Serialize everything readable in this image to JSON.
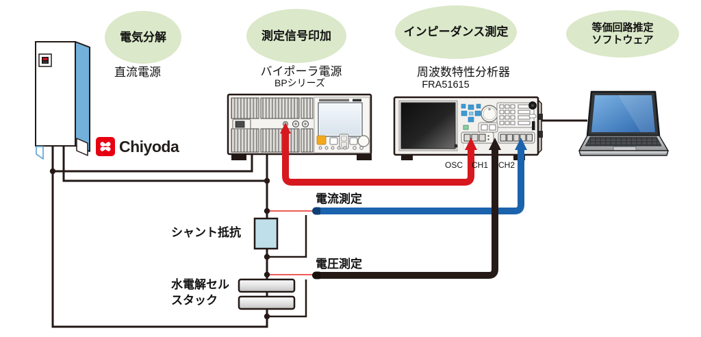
{
  "stages": [
    {
      "label": "電気分解"
    },
    {
      "label": "測定信号印加"
    },
    {
      "label": "インピーダンス測定"
    },
    {
      "label": "等価回路推定",
      "label_line2": "ソフトウェア"
    }
  ],
  "devices": {
    "dc_supply_label": "直流電源",
    "bipolar_label": "バイポーラ電源",
    "bipolar_series": "BPシリーズ",
    "fra_label": "周波数特性分析器",
    "fra_model": "FRA51615"
  },
  "ports": {
    "osc": "OSC",
    "ch1": "CH1",
    "ch2": "CH2"
  },
  "annotations": {
    "current": "電流測定",
    "voltage": "電圧測定",
    "shunt": "シャント抵抗",
    "cell_line1": "水電解セル",
    "cell_line2": "スタック"
  },
  "brand": {
    "name": "Chiyoda"
  },
  "colors": {
    "stage_fill": "#dbe8c9",
    "wire_red": "#d7181f",
    "wire_blue": "#1b63ad",
    "wire_black": "#251a16",
    "thin_red": "#e8231f",
    "shunt_fill": "#bfdfe9",
    "cabinet_side": "#74b0dc",
    "brand_red": "#e60012"
  }
}
